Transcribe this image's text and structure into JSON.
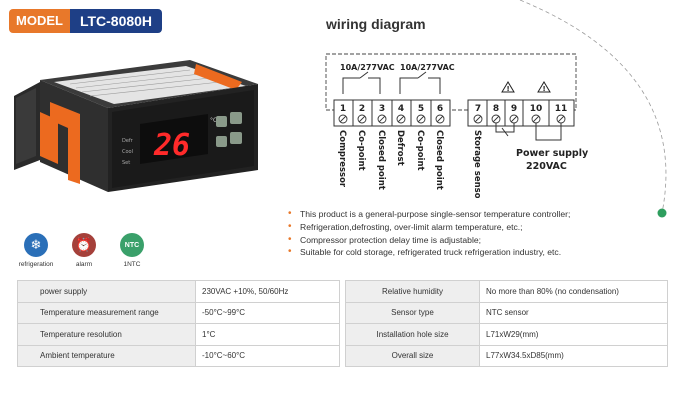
{
  "header": {
    "badge_label": "MODEL",
    "model": "LTC-8080H"
  },
  "device": {
    "display_value": "26",
    "unit": "°C",
    "labels": [
      "Defr",
      "Cool",
      "Set"
    ]
  },
  "icons": [
    {
      "name": "snowflake-icon",
      "label": "refrigeration",
      "color": "#2a6fb8",
      "glyph": "❄"
    },
    {
      "name": "alarm-icon",
      "label": "alarm",
      "color": "#a5403a",
      "glyph": "⏰"
    },
    {
      "name": "ntc-icon",
      "label": "1NTC",
      "color": "#3aa06a",
      "glyph": "NTC"
    }
  ],
  "wiring": {
    "title": "wiring diagram",
    "rating_left": "10A/277VAC",
    "rating_right": "10A/277VAC",
    "terminals": [
      "1",
      "2",
      "3",
      "4",
      "5",
      "6",
      "7",
      "8",
      "9",
      "10",
      "11"
    ],
    "labels": [
      "Compressor",
      "Co-point",
      "Closed point",
      "Defrost",
      "Co-point",
      "Closed point",
      "Storage sensor"
    ],
    "power_label_1": "Power supply",
    "power_label_2": "220VAC"
  },
  "features": [
    "This product is a general-purpose single-sensor temperature controller;",
    "Refrigeration,defrosting, over-limit alarm temperature, etc.;",
    "Compressor protection delay time is adjustable;",
    "Suitable for cold storage, refrigerated truck refrigeration industry, etc."
  ],
  "specs": [
    {
      "label_left": "power supply",
      "value_left": "230VAC +10%, 50/60Hz",
      "label_right": "Relative humidity",
      "value_right": "No more than 80% (no condensation)"
    },
    {
      "label_left": "Temperature measurement range",
      "value_left": "-50°C~99°C",
      "label_right": "Sensor type",
      "value_right": "NTC sensor"
    },
    {
      "label_left": "Temperature resolution",
      "value_left": "1°C",
      "label_right": "Installation hole size",
      "value_right": "L71xW29(mm)"
    },
    {
      "label_left": "Ambient temperature",
      "value_left": "-10°C~60°C",
      "label_right": "Overall size",
      "value_right": "L77xW34.5xD85(mm)"
    }
  ],
  "colors": {
    "accent": "#e8782a",
    "brand": "#1e3f86",
    "dot": "#2e9e5e"
  }
}
